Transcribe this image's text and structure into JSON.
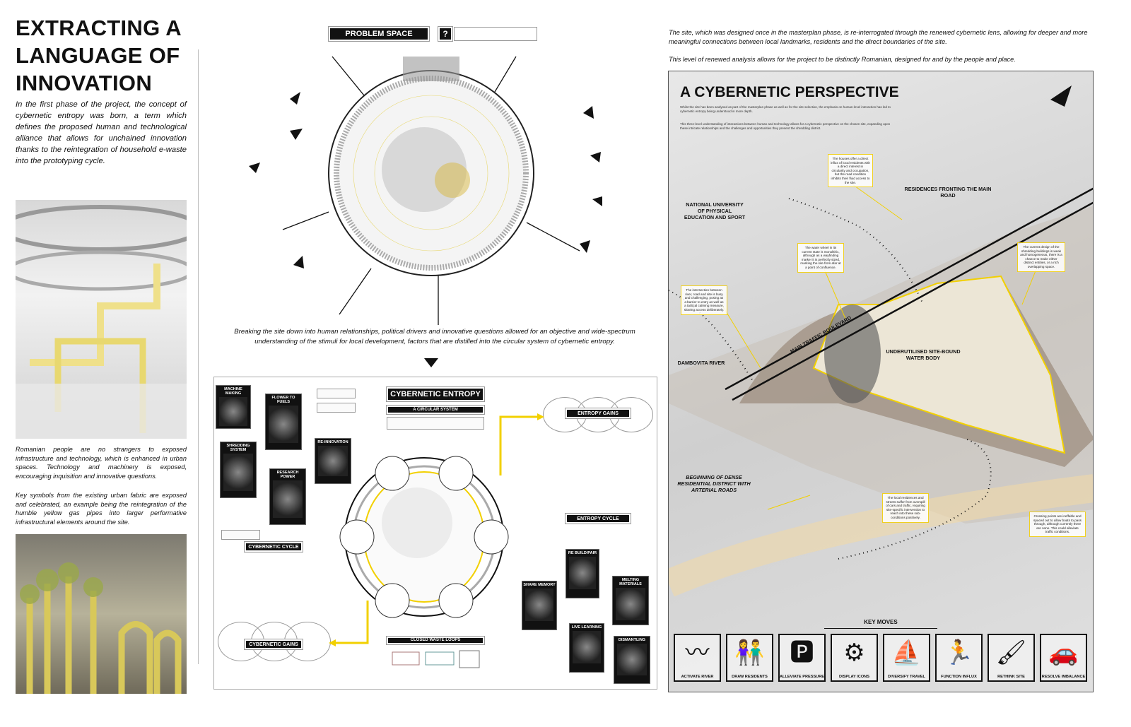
{
  "left": {
    "title": "EXTRACTING A LANGUAGE OF INNOVATION",
    "intro": "In the first phase of the project, the concept of cybernetic entropy was born, a term which defines the proposed human and technological alliance that allows for unchained innovation thanks to the reintegration of household e-waste into the prototyping cycle.",
    "para1": "Romanian people are no strangers to exposed infrastructure and technology, which is enhanced in urban spaces. Technology and machinery is exposed, encouraging inquisition and innovative questions.",
    "para2": "Key symbols from the existing urban fabric are exposed and celebrated, an example being the reintegration of the humble yellow gas pipes into larger performative infrastructural elements around the site."
  },
  "problem_space": {
    "label": "PROBLEM SPACE",
    "question_icon": "?",
    "caption": "Breaking the site down into human relationships, political drivers and innovative questions allowed for an objective and wide-spectrum understanding of the stimuli for local development, factors that are distilled into the circular system of cybernetic entropy."
  },
  "entropy": {
    "title": "CYBERNETIC ENTROPY",
    "subtitle": "A CIRCULAR SYSTEM",
    "entropy_gains": "ENTROPY GAINS",
    "entropy_cycle": "ENTROPY CYCLE",
    "cybernetic_cycle": "CYBERNETIC CYCLE",
    "cybernetic_gains": "CYBERNETIC GAINS",
    "closed_waste_loops": "CLOSED WASTE LOOPS",
    "cycle_cards": [
      "MACHINE MAKING",
      "FLOWER TO FUELS",
      "SHREDDING SYSTEM",
      "RESEARCH POWER",
      "RE-INNOVATION"
    ],
    "entropy_cards": [
      "RE BUILD/PAIR",
      "SHARE MEMORY",
      "MELTING MATERIALS",
      "LIVE LEARNING",
      "DISMANTLING"
    ],
    "accent": "#f2d000"
  },
  "right": {
    "text1": "The site, which was designed once in the masterplan phase, is re-interrogated through the renewed cybernetic lens, allowing for deeper and more meaningful connections between local landmarks, residents and the direct boundaries of the site.",
    "text2": "This level of renewed analysis allows for the project to be distinctly Romanian, designed for and by the people and place.",
    "map": {
      "title": "A CYBERNETIC PERSPECTIVE",
      "desc1": "Whilst the site has been analysed as part of the masterplan phase as well as for the site selection, the emphasis on human-level interaction has led to cybernetic entropy being understood in more depth.",
      "desc2": "This three-level understanding of interactions between human and technology allows for a cybernetic perspective on the chosen site, expanding upon these intricate relationships and the challenges and opportunities they present the shredding district.",
      "labels": {
        "university": "NATIONAL UNIVERSITY OF PHYSICAL EDUCATION AND SPORT",
        "residences": "RESIDENCES FRONTING THE MAIN ROAD",
        "boulevard": "MAIN TRAFFIC BOULEVARD",
        "river": "DAMBOVITA RIVER",
        "water_body": "UNDERUTILISED SITE-BOUND WATER BODY",
        "district": "BEGINNING OF DENSE RESIDENTIAL DISTRICT WITH ARTERIAL ROADS"
      },
      "annotations": [
        "The houses offer a direct influx of local residents with a direct interest in circularity and occupation, but the road condition inhibits their fluid access to the site.",
        "The water wheel in its current state is monolithic, although as a wayfinding marker it is perfectly sized, marking the site from afar at a point of confluence.",
        "The intersection between river, road and site is busy and challenging, posing as a barrier to entry as well as a tactical calming measure, slowing access deliberately.",
        "The current design of the shredding buildings is weak and homogeneous, there is a chance to make either distinct entities, or a rich overlapping space.",
        "The local residences and streets suffer from overspill of cars and traffic, requiring site-specific intervention to reach into these sub-conditions positively.",
        "Crossing points are ineffable and spaced out to allow boats to pass through, although currently there are none. This could alleviate traffic conditions."
      ],
      "key_moves_title": "KEY MOVES",
      "key_moves": [
        {
          "label": "ACTIVATE RIVER",
          "icon": "river-icon",
          "glyph": "〰"
        },
        {
          "label": "DRAW RESIDENTS",
          "icon": "couple-icon",
          "glyph": "👫"
        },
        {
          "label": "ALLEVIATE PRESSURE",
          "icon": "no-parking-icon",
          "glyph": "🅿"
        },
        {
          "label": "DISPLAY ICONS",
          "icon": "water-wheel-icon",
          "glyph": "⚙"
        },
        {
          "label": "DIVERSIFY TRAVEL",
          "icon": "sailboat-icon",
          "glyph": "⛵"
        },
        {
          "label": "FUNCTION INFLUX",
          "icon": "runner-icon",
          "glyph": "🏃"
        },
        {
          "label": "RETHINK SITE",
          "icon": "easel-icon",
          "glyph": "🖌"
        },
        {
          "label": "RESOLVE IMBALANCE",
          "icon": "person-car-icon",
          "glyph": "🚗"
        }
      ]
    }
  }
}
